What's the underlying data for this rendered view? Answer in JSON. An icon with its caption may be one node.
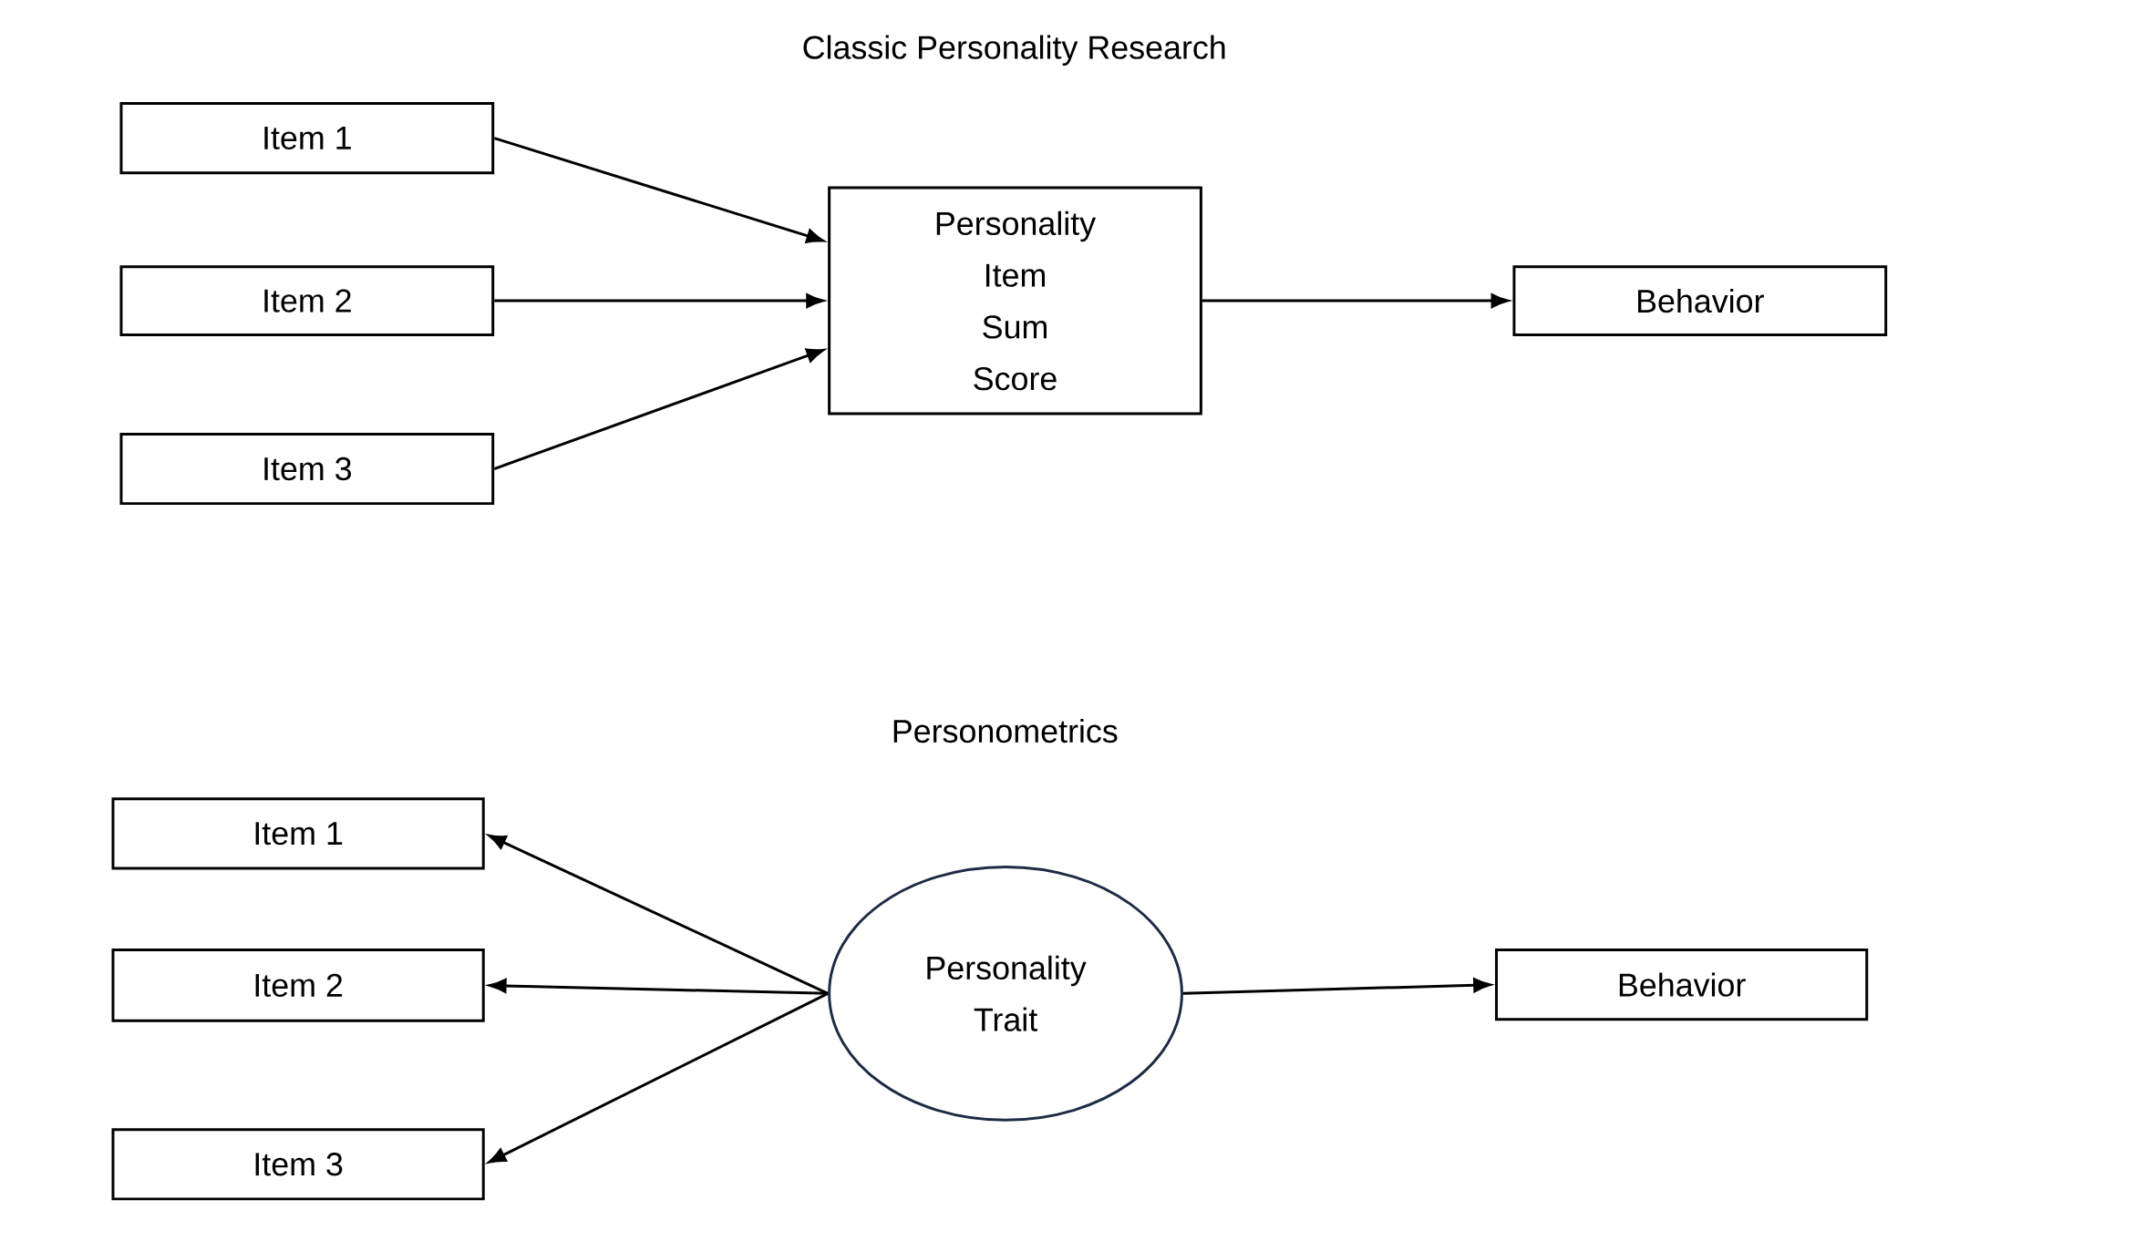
{
  "diagram": {
    "nodes": [
      {
        "text": [
          "Item 1"
        ]
      },
      {
        "text": [
          "Item 2"
        ]
      },
      {
        "text": [
          "Item 3"
        ]
      },
      {
        "text": [
          "Personality Item Sum Score"
        ]
      },
      {
        "text": [
          "Behavior"
        ]
      },
      {
        "text": [
          "Item 1"
        ]
      },
      {
        "text": [
          "Item 2"
        ]
      },
      {
        "text": [
          "Item 3"
        ]
      },
      {
        "text": [
          "Personality Trait"
        ]
      },
      {
        "text": [
          "Behavior"
        ]
      }
    ],
    "edges": [
      {
        "from": 0,
        "to": 3,
        "arrow": "to"
      },
      {
        "from": 1,
        "to": 3,
        "arrow": "to"
      },
      {
        "from": 2,
        "to": 3,
        "arrow": "to"
      },
      {
        "from": 3,
        "to": 4,
        "arrow": "to"
      },
      {
        "from": 8,
        "to": 5,
        "arrow": "to"
      },
      {
        "from": 8,
        "to": 6,
        "arrow": "to"
      },
      {
        "from": 8,
        "to": 7,
        "arrow": "to"
      },
      {
        "from": 8,
        "to": 9,
        "arrow": "to"
      }
    ],
    "labels": [
      "Classic Personality Research",
      "Personometrics"
    ]
  }
}
